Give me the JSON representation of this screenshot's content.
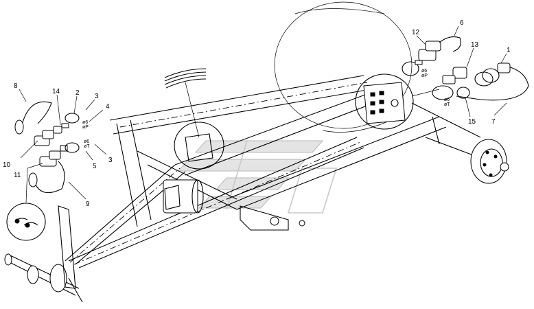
{
  "callouts": [
    {
      "id": "c8",
      "text": "8"
    },
    {
      "id": "c14",
      "text": "14"
    },
    {
      "id": "c2",
      "text": "2"
    },
    {
      "id": "c3a",
      "text": "3"
    },
    {
      "id": "c4",
      "text": "4"
    },
    {
      "id": "c10",
      "text": "10"
    },
    {
      "id": "c11",
      "text": "11"
    },
    {
      "id": "c5",
      "text": "5"
    },
    {
      "id": "c3b",
      "text": "3"
    },
    {
      "id": "c9",
      "text": "9"
    },
    {
      "id": "c12",
      "text": "12"
    },
    {
      "id": "c6",
      "text": "6"
    },
    {
      "id": "c13",
      "text": "13"
    },
    {
      "id": "c1",
      "text": "1"
    },
    {
      "id": "c7",
      "text": "7"
    },
    {
      "id": "c15",
      "text": "15"
    }
  ],
  "dimension_labels": [
    {
      "id": "dl1a",
      "text": "ø6"
    },
    {
      "id": "dl1b",
      "text": "øP"
    },
    {
      "id": "dl2a",
      "text": "ø6"
    },
    {
      "id": "dl2b",
      "text": "øT"
    },
    {
      "id": "dl3a",
      "text": "ø6"
    },
    {
      "id": "dl3b",
      "text": "øP"
    },
    {
      "id": "dl4a",
      "text": "ø6"
    },
    {
      "id": "dl4b",
      "text": "øT"
    }
  ],
  "colors": {
    "ink": "#000000",
    "paper": "#ffffff",
    "watermark": "#c8c8c8"
  }
}
